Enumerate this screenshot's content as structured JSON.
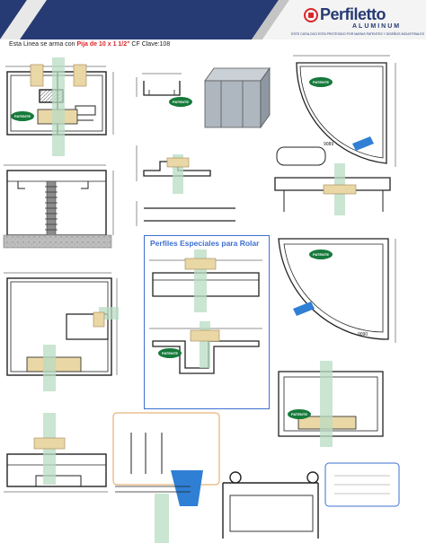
{
  "header": {
    "brand": "Perfiletto",
    "brand_sub": "ALUMINUM",
    "tagline": "ESTE CATALOGO ESTA PROTEGIDO POR MARAS PATENTES Y DISEÑOS INDUSTRIALES",
    "colors": {
      "primary_blue": "#263a73",
      "accent_red": "#d9262a",
      "dark_gray": "#3a3a3a"
    }
  },
  "assembly_note": {
    "prefix": "Esta Linea se arma con",
    "highlight": "Pija de 10 x 1 1/2\"",
    "suffix": "CF Clave:108"
  },
  "section_title": "Perfiles Especiales para Rolar",
  "badges": {
    "patent": "PATENTE"
  },
  "codes": {
    "code_a": "9089",
    "code_b": "9090"
  }
}
